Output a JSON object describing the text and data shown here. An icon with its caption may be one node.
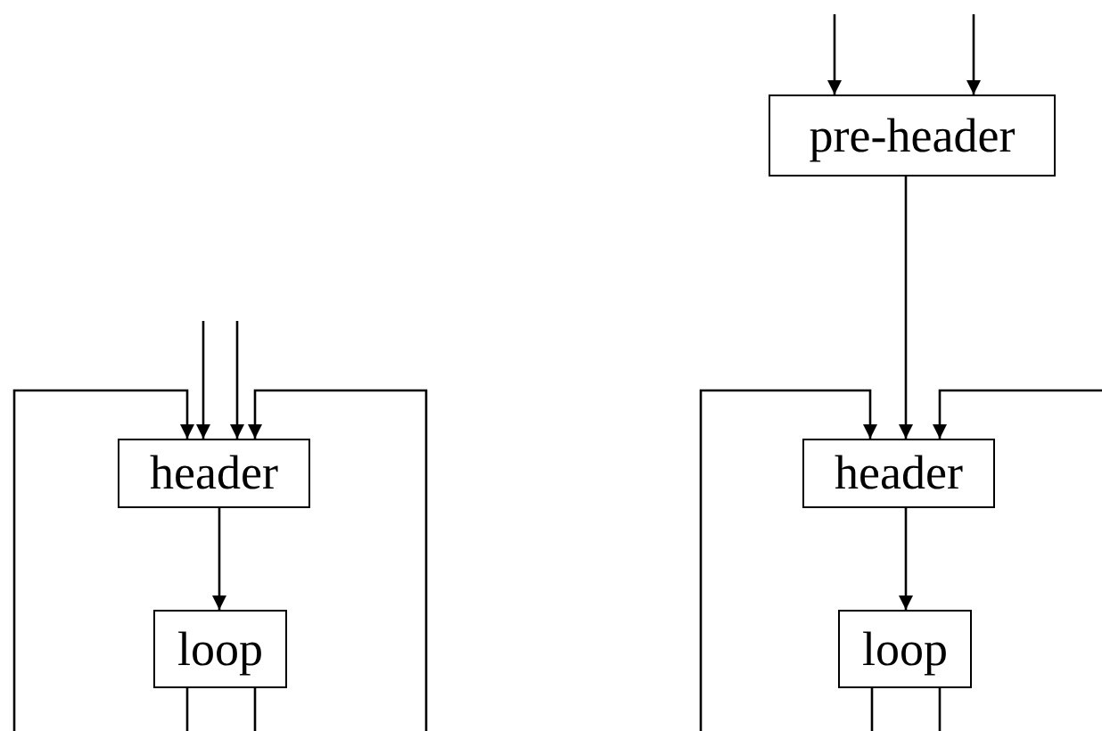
{
  "diagram": {
    "nodes": [
      {
        "text": [
          "header"
        ]
      },
      {
        "text": [
          "loop"
        ]
      },
      {
        "text": [
          "pre-header"
        ]
      },
      {
        "text": [
          "header"
        ]
      },
      {
        "text": [
          "loop"
        ]
      }
    ],
    "edges": [
      {
        "from": null,
        "to": 0,
        "arrow": "to"
      },
      {
        "from": null,
        "to": 0,
        "arrow": "to"
      },
      {
        "from": null,
        "to": 0,
        "arrow": "to"
      },
      {
        "from": null,
        "to": 0,
        "arrow": "to"
      },
      {
        "from": 0,
        "to": 1,
        "arrow": "to"
      },
      {
        "from": 1,
        "to": null,
        "arrow": "none"
      },
      {
        "from": 1,
        "to": null,
        "arrow": "none"
      },
      {
        "from": null,
        "to": 2,
        "arrow": "to"
      },
      {
        "from": null,
        "to": 2,
        "arrow": "to"
      },
      {
        "from": null,
        "to": 3,
        "arrow": "to"
      },
      {
        "from": 2,
        "to": 3,
        "arrow": "to"
      },
      {
        "from": null,
        "to": 3,
        "arrow": "to"
      },
      {
        "from": 3,
        "to": 4,
        "arrow": "to"
      },
      {
        "from": 4,
        "to": null,
        "arrow": "none"
      },
      {
        "from": 4,
        "to": null,
        "arrow": "none"
      }
    ]
  }
}
